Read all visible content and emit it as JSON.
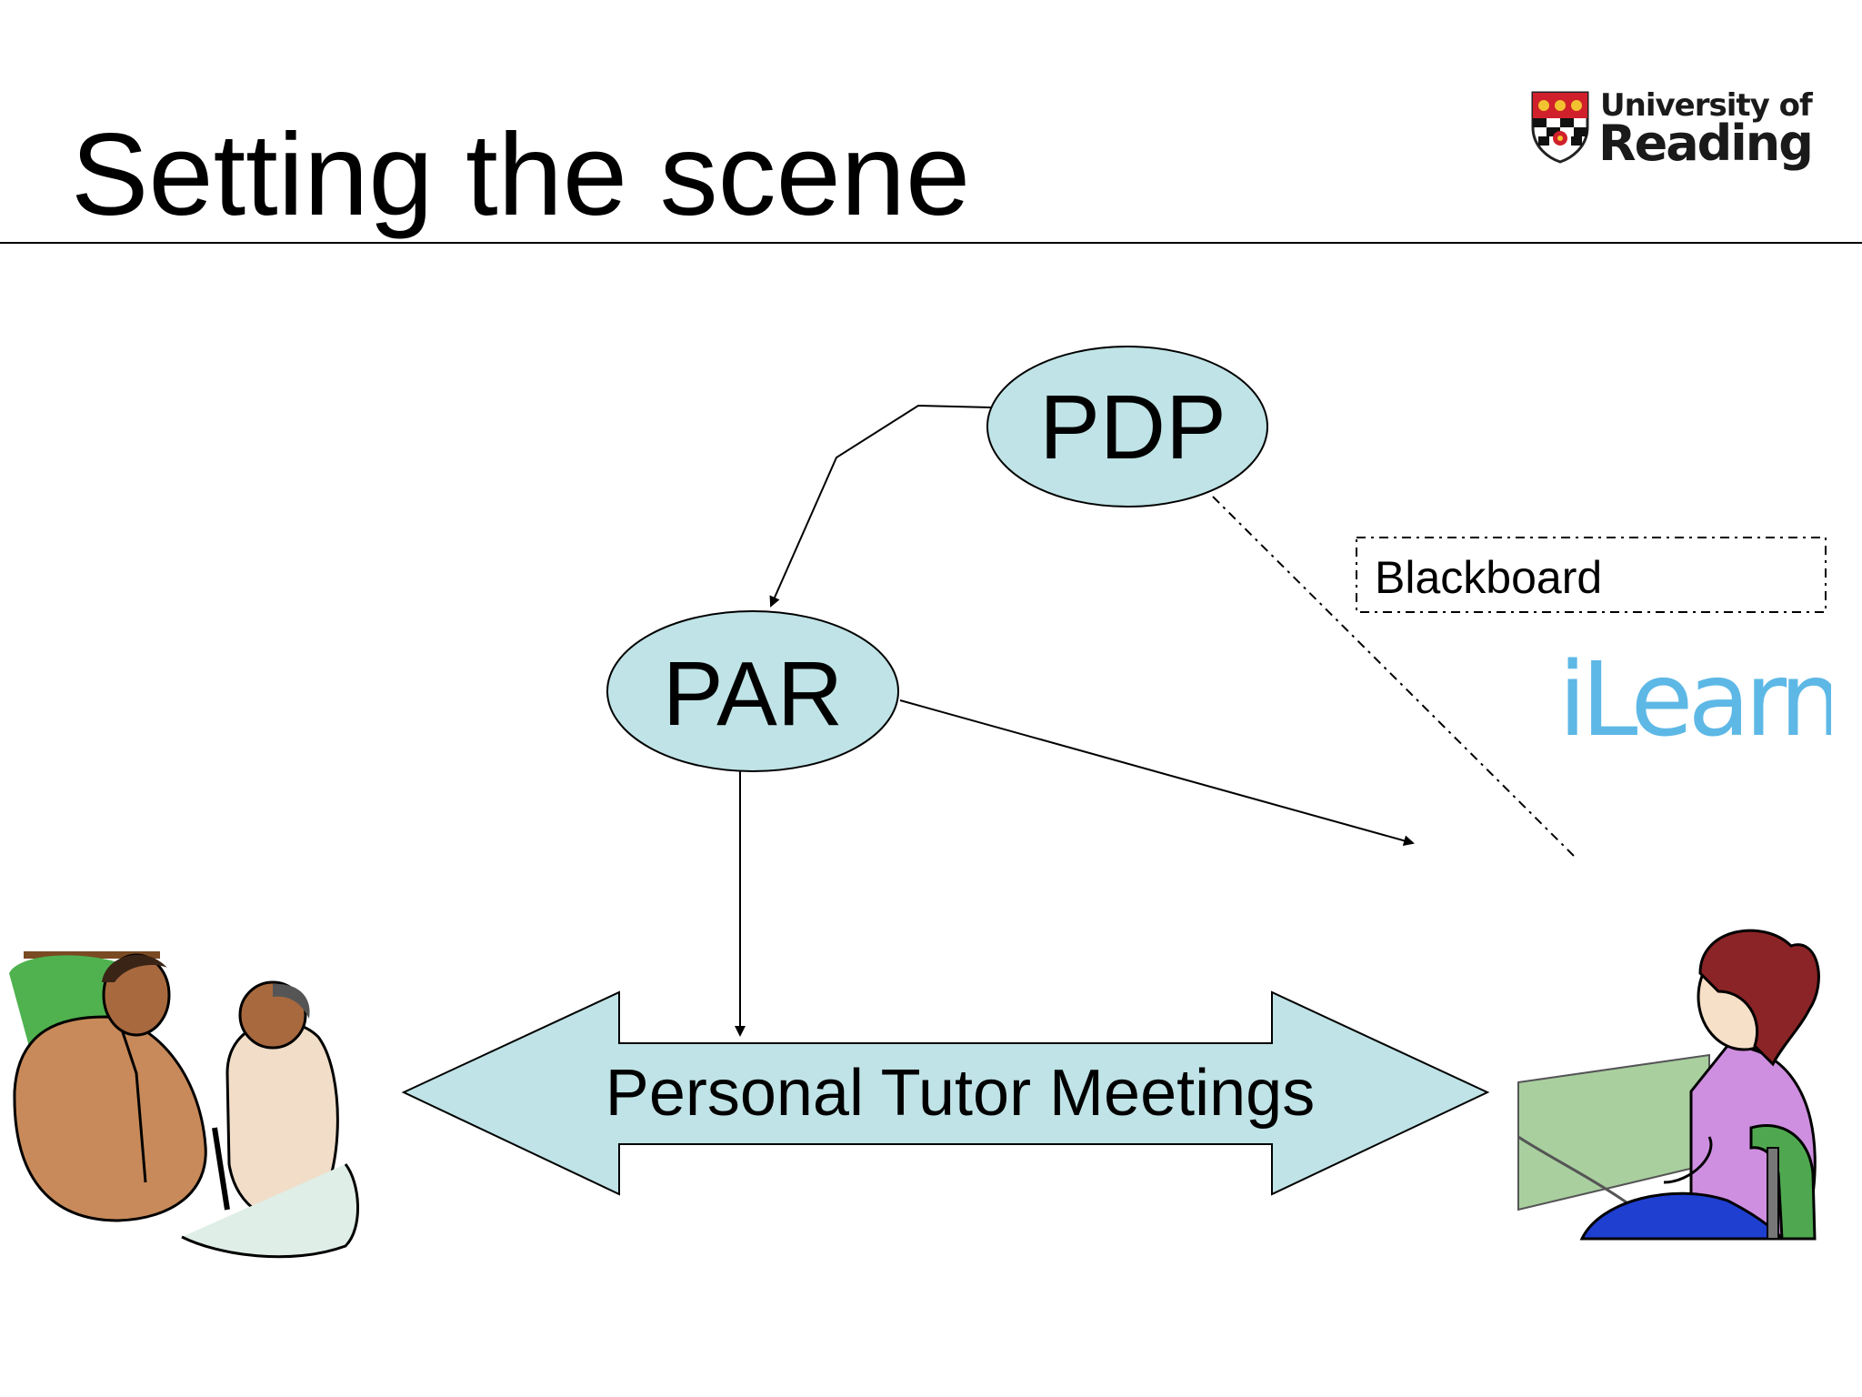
{
  "slide": {
    "title": "Setting the scene"
  },
  "logo": {
    "line1": "University of",
    "line2": "Reading",
    "icon": "university-crest-icon"
  },
  "diagram": {
    "nodes": {
      "pdp": "PDP",
      "par": "PAR"
    },
    "arrow_label": "Personal Tutor Meetings",
    "blackboard_label": "Blackboard",
    "ilearn_logo": "iLearn",
    "colors": {
      "node_fill": "#bfe3e6",
      "arrow_fill": "#bfe3e6",
      "ilearn_blue": "#5db8e6"
    }
  },
  "clipart": {
    "left": "two-men-meeting-clipart",
    "right": "woman-at-desk-clipart"
  }
}
